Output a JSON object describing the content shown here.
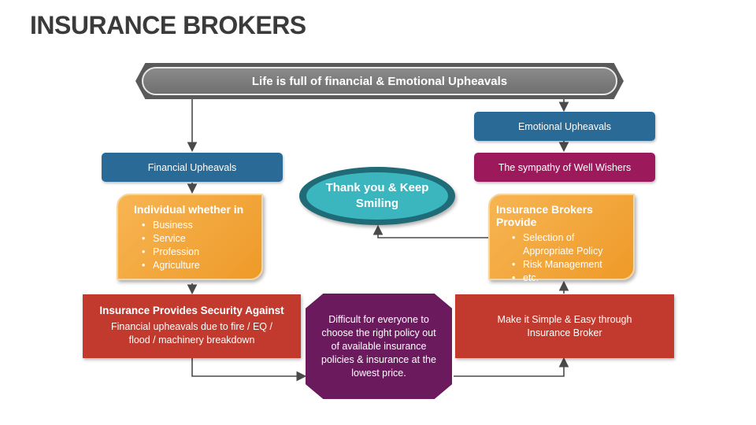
{
  "title": "INSURANCE BROKERS",
  "banner": "Life is full of financial & Emotional Upheavals",
  "left": {
    "header": "Financial Upheavals",
    "card": {
      "title": "Individual whether in",
      "items": [
        "Business",
        "Service",
        "Profession",
        "Agriculture"
      ]
    },
    "security": {
      "title": "Insurance Provides Security Against",
      "body": "Financial upheavals due to fire / EQ / flood / machinery breakdown"
    }
  },
  "right": {
    "header": "Emotional Upheavals",
    "sympathy": "The sympathy of Well Wishers",
    "card": {
      "title": "Insurance Brokers Provide",
      "items": [
        "Selection of Appropriate Policy",
        "Risk Management",
        "etc."
      ]
    },
    "simple": "Make it Simple & Easy through Insurance Broker"
  },
  "center": {
    "thank_you": "Thank you & Keep Smiling",
    "difficult": "Difficult for everyone to choose the right policy out of available insurance policies & insurance at the lowest price."
  },
  "colors": {
    "blue": "#2a6a96",
    "magenta": "#9c1a5c",
    "orange": "#ee9a28",
    "red": "#c23a2e",
    "purple": "#6b1a5e",
    "teal": "#3bb6bf"
  }
}
